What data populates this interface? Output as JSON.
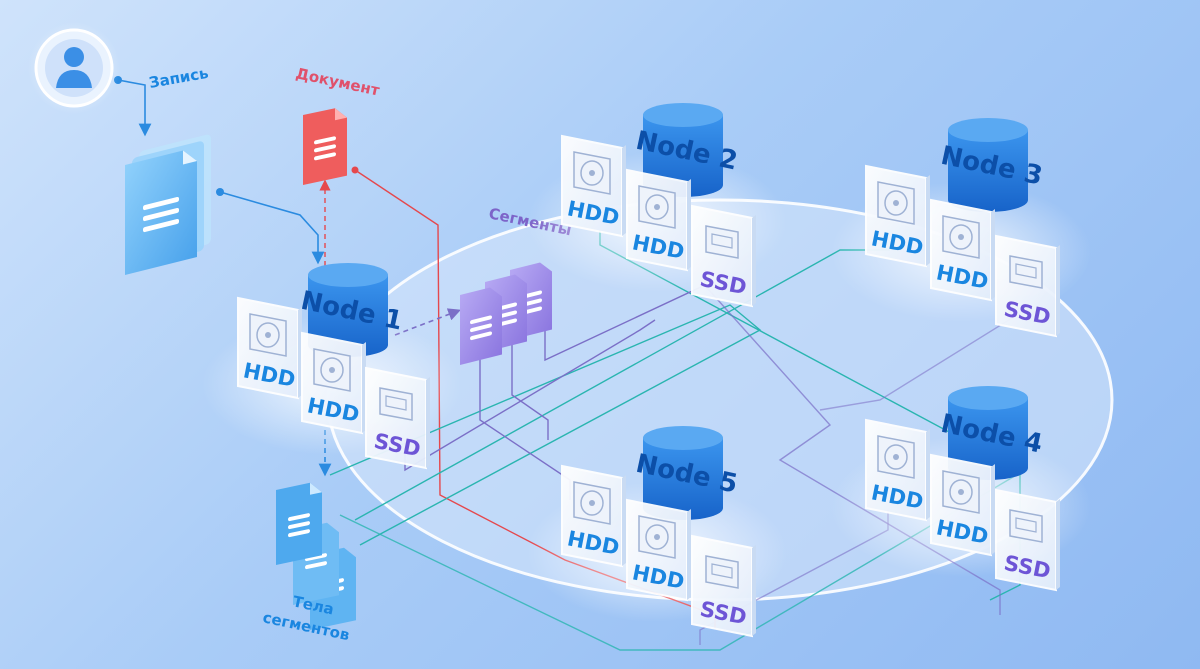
{
  "labels": {
    "record": "Запись",
    "document": "Документ",
    "segments": "Сегменты",
    "bodies_line1": "Тела",
    "bodies_line2": "сегментов"
  },
  "nodes": [
    {
      "id": "node1",
      "name": "Node 1",
      "disks": [
        "HDD",
        "HDD",
        "SSD"
      ]
    },
    {
      "id": "node2",
      "name": "Node 2",
      "disks": [
        "HDD",
        "HDD",
        "SSD"
      ]
    },
    {
      "id": "node3",
      "name": "Node 3",
      "disks": [
        "HDD",
        "HDD",
        "SSD"
      ]
    },
    {
      "id": "node4",
      "name": "Node 4",
      "disks": [
        "HDD",
        "HDD",
        "SSD"
      ]
    },
    {
      "id": "node5",
      "name": "Node 5",
      "disks": [
        "HDD",
        "HDD",
        "SSD"
      ]
    }
  ],
  "icons": {
    "user": "user-icon",
    "record_doc": "document-stack-icon",
    "document": "document-icon",
    "segments": "segments-icon",
    "bodies": "segment-bodies-icon",
    "database": "database-icon",
    "hdd": "hdd-icon",
    "ssd": "ssd-icon"
  },
  "colors": {
    "doc_red": "#ef5d5d",
    "record_blue": "#5fb4f2",
    "segment_purple": "#9a88e6",
    "db_blue": "#1f7fe0",
    "line_teal": "#2ab5b0",
    "line_red": "#e5484d",
    "line_purple": "#7b6fc7"
  }
}
